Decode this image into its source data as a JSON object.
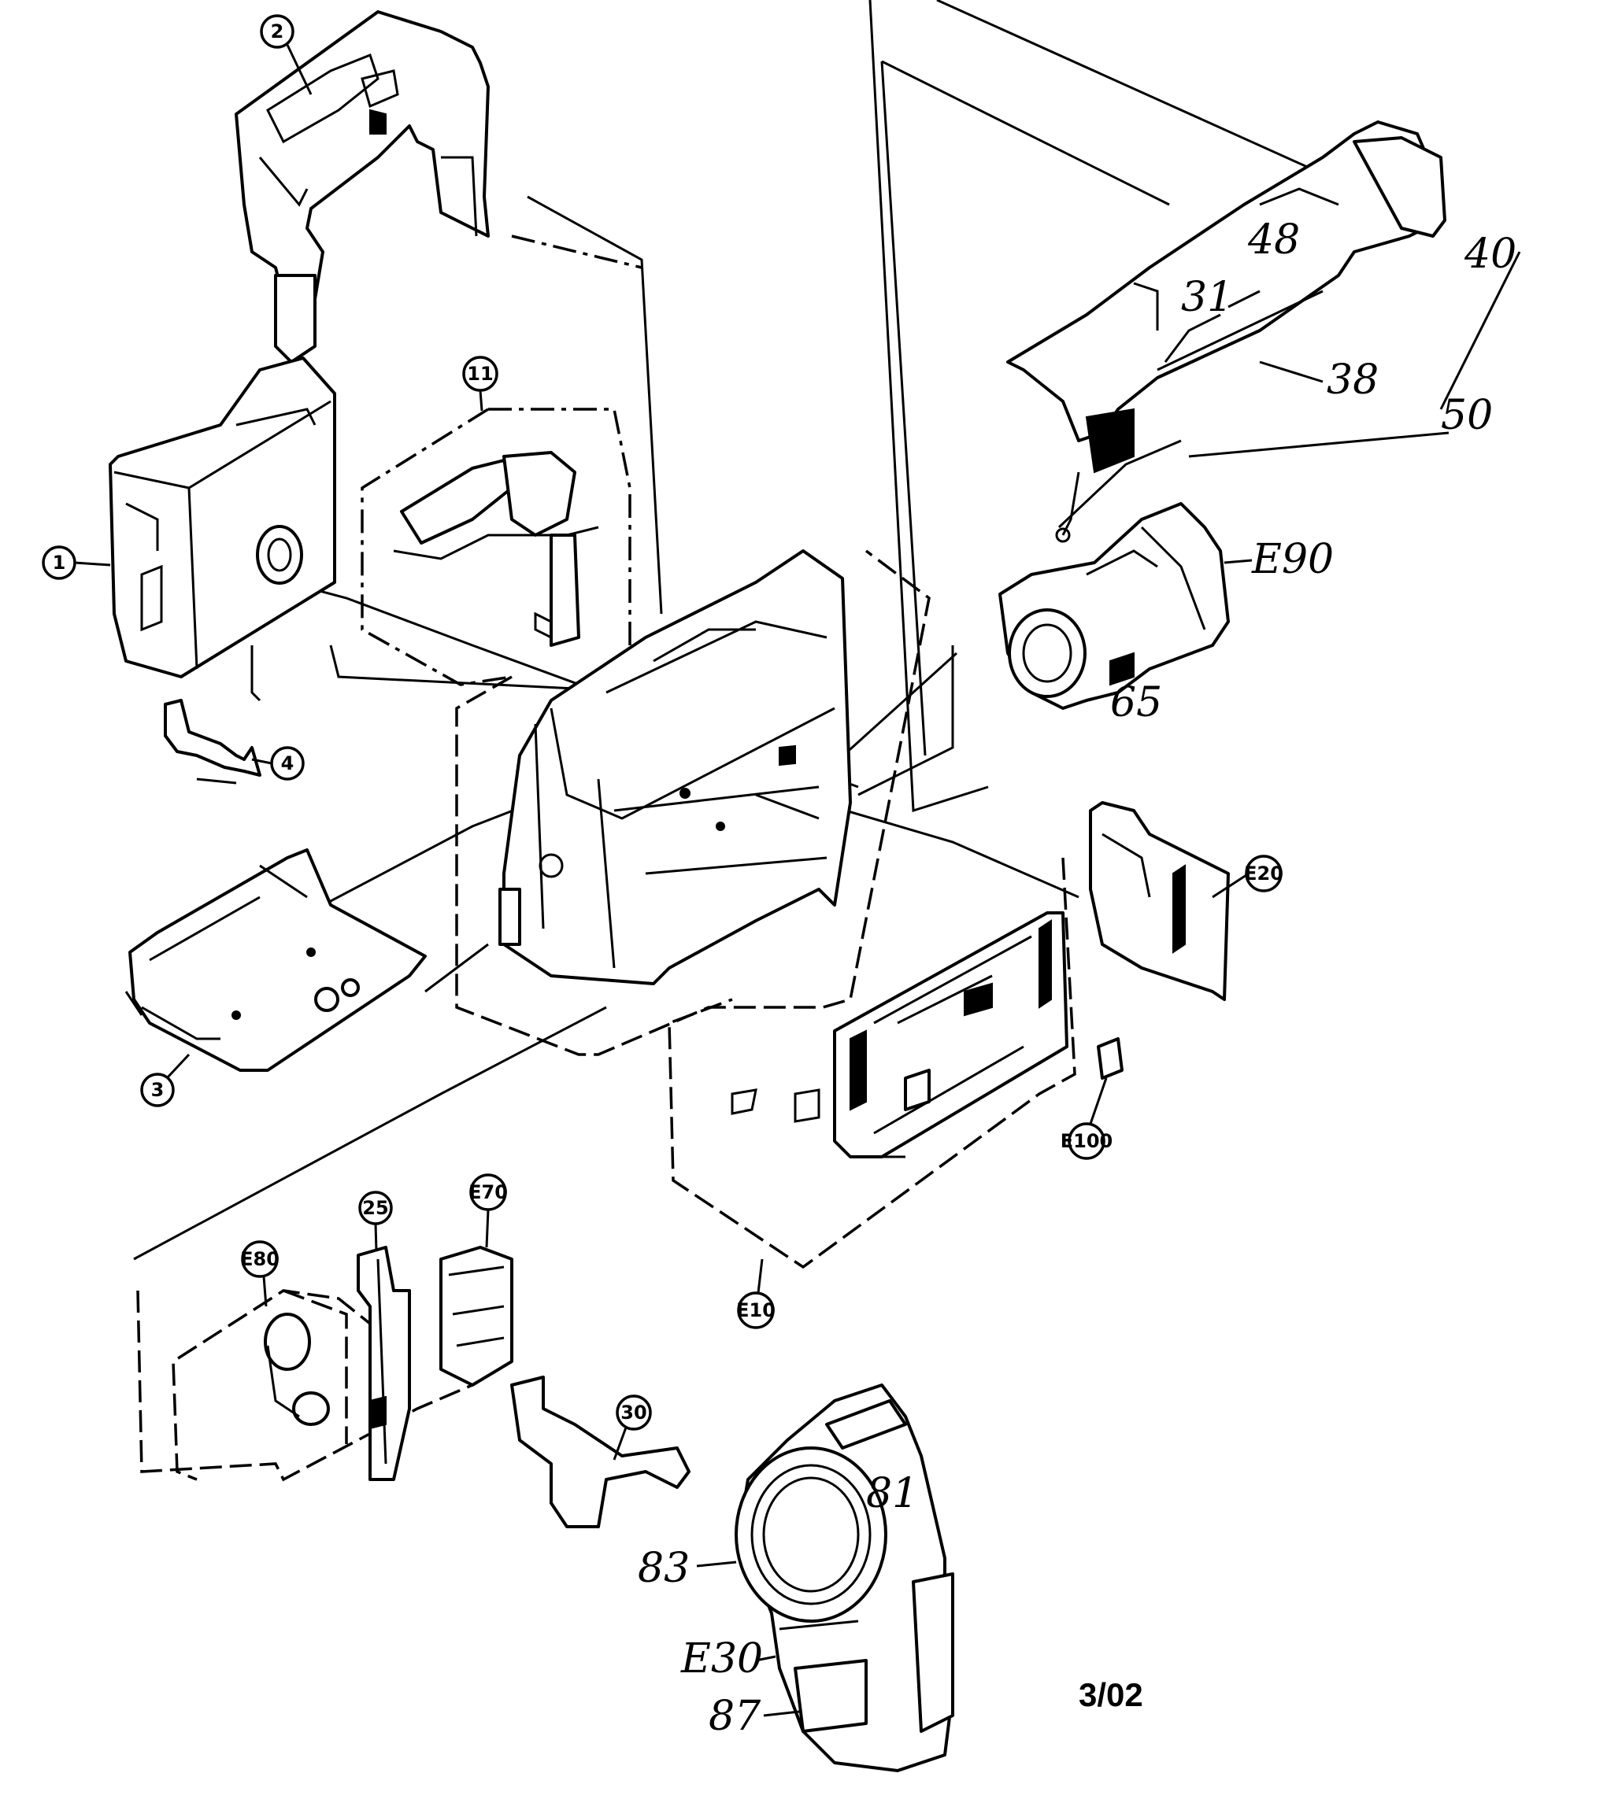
{
  "diagram": {
    "circled_callouts": [
      "2",
      "1",
      "4",
      "3",
      "11",
      "25",
      "E70",
      "E80",
      "30",
      "E20",
      "E100",
      "E10"
    ],
    "handwritten_labels": [
      "48",
      "40",
      "31",
      "38",
      "50",
      "E90",
      "65",
      "81",
      "83",
      "E30",
      "87"
    ],
    "date_code": "3/02"
  }
}
